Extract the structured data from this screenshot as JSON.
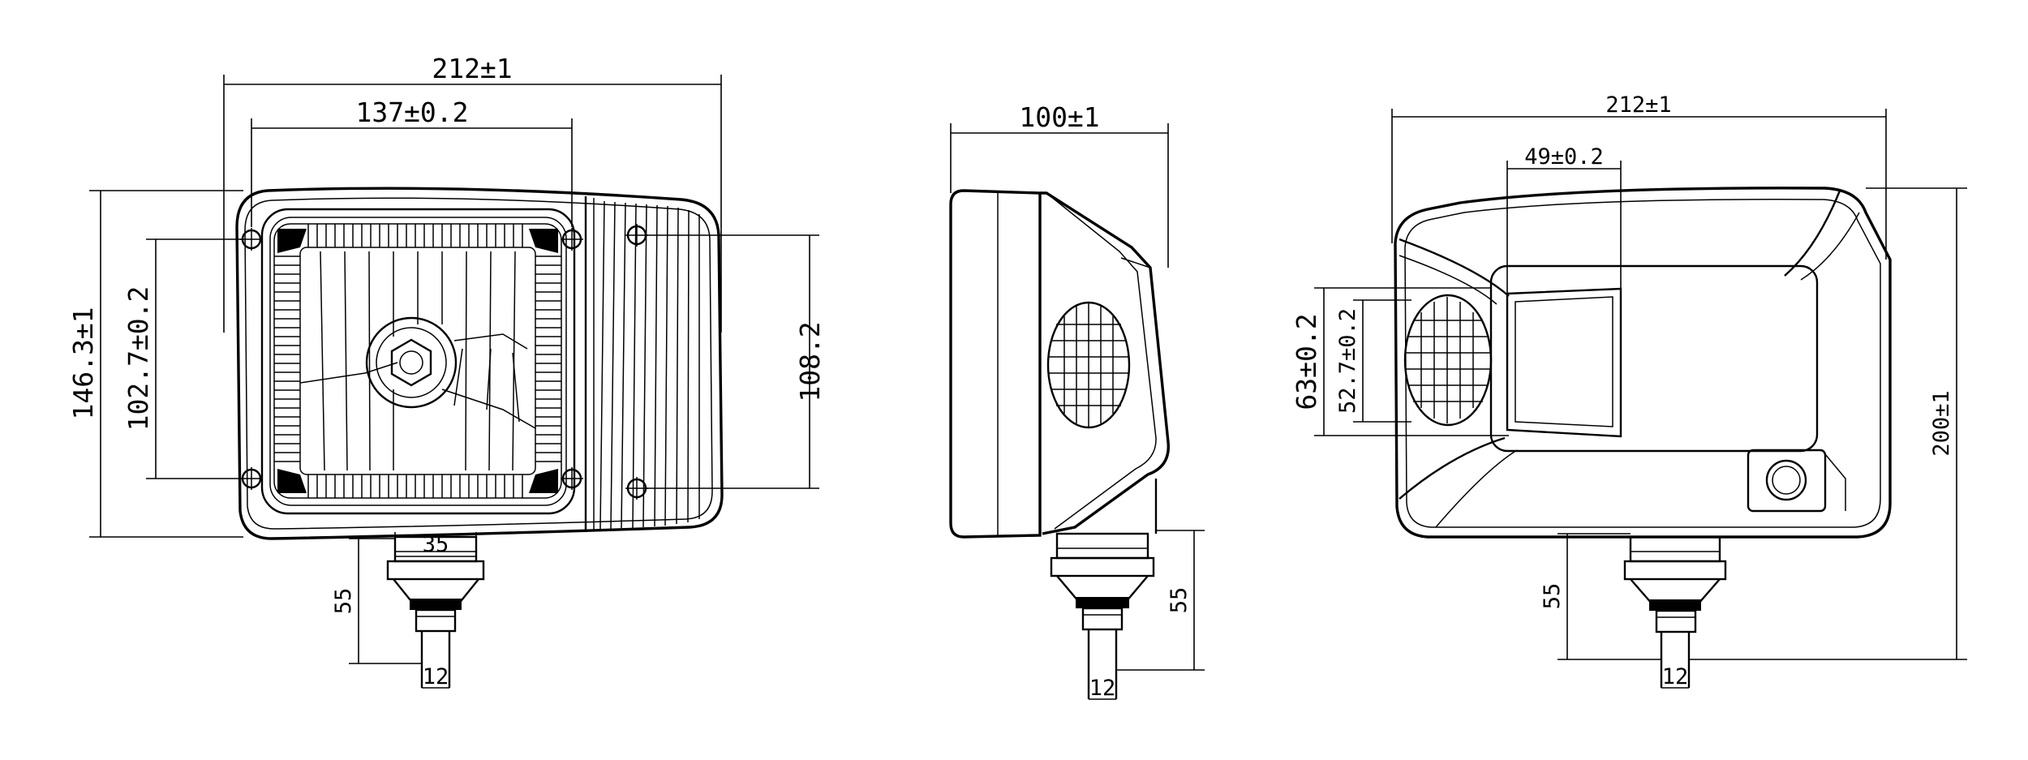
{
  "dimensions": {
    "front_width": "212±1",
    "front_hole_spacing": "137±0.2",
    "front_height": "146.3±1",
    "front_vertical_hole": "102.7±0.2",
    "front_right_holes": "108.2",
    "front_stem_width": "35",
    "front_stem_height": "55",
    "front_bolt": "12",
    "side_depth": "100±1",
    "side_stem_height": "55",
    "side_bolt": "12",
    "rear_width": "212±1",
    "rear_window": "49±0.2",
    "rear_lens_outer": "63±0.2",
    "rear_lens_inner": "52.7±0.2",
    "rear_total_height": "200±1",
    "rear_stem_height": "55",
    "rear_bolt": "12"
  }
}
